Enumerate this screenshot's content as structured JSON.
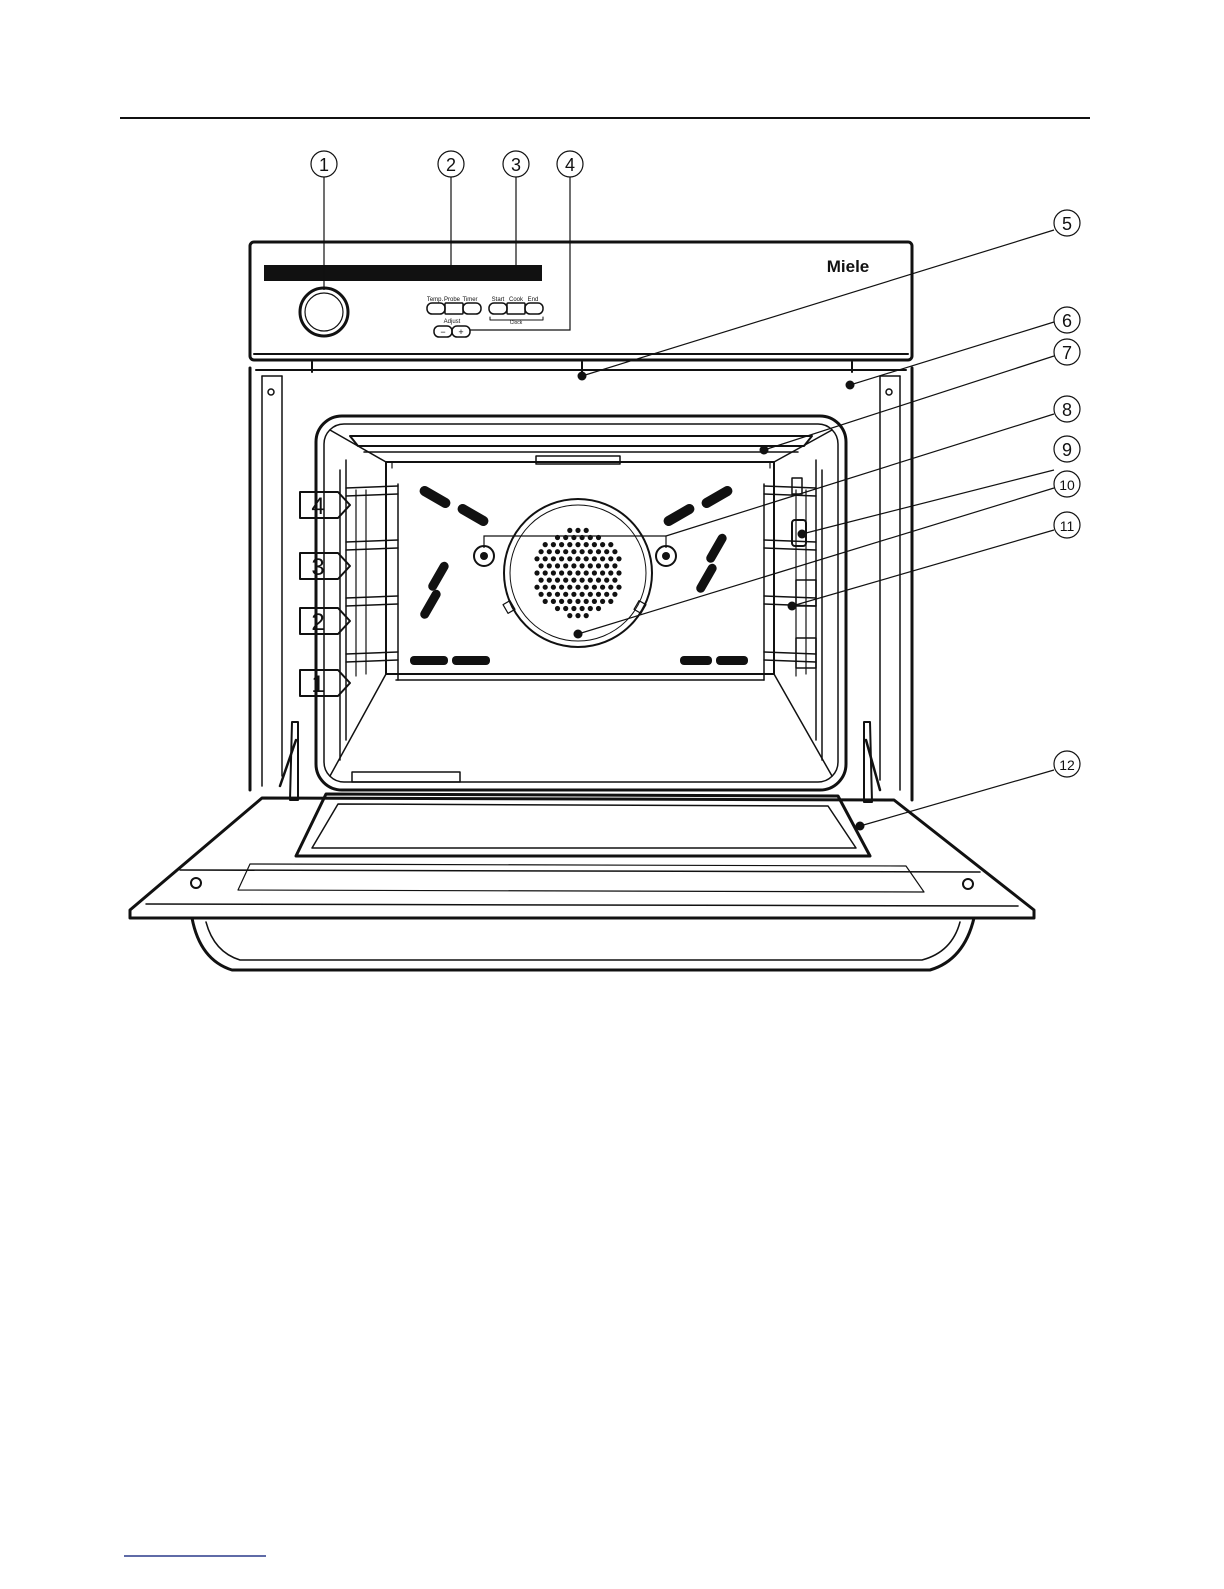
{
  "brand": {
    "logo_text": "Miele"
  },
  "control_panel": {
    "buttons_top": [
      "Temp.",
      "Probe",
      "Timer",
      "Start",
      "Cook",
      "End"
    ],
    "adjust_label": "Adjust",
    "adjust_minus": "−",
    "adjust_plus": "+",
    "clock_label": "Clock"
  },
  "callouts": [
    "1",
    "2",
    "3",
    "4",
    "5",
    "6",
    "7",
    "8",
    "9",
    "10",
    "11",
    "12"
  ],
  "shelf_levels": [
    "4",
    "3",
    "2",
    "1"
  ]
}
